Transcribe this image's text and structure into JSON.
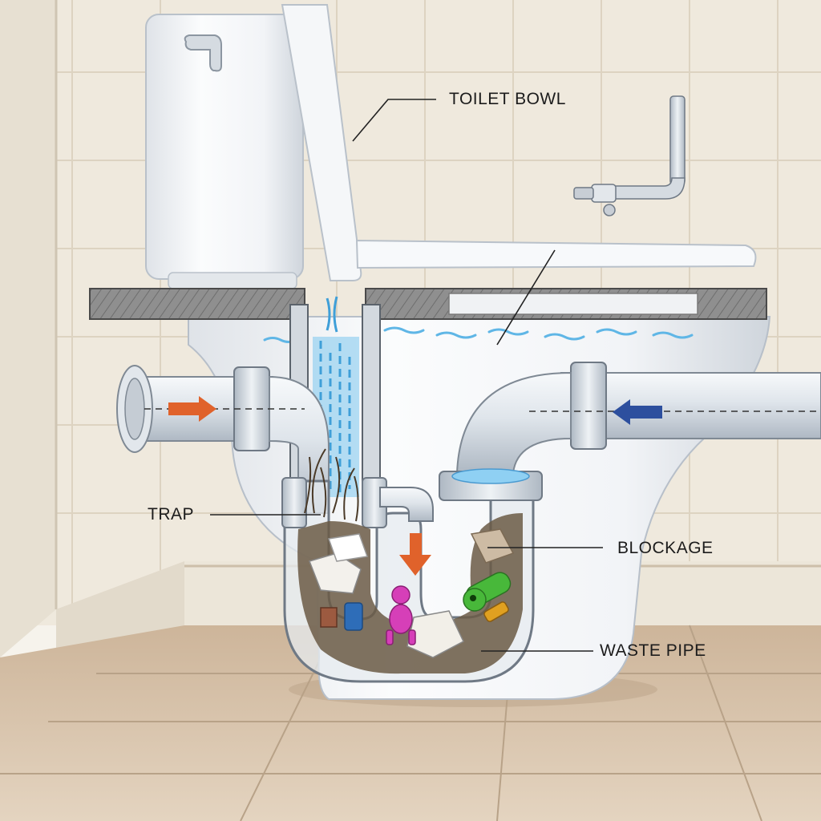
{
  "labels": {
    "toilet_bowl": "TOILET BOWL",
    "trap": "TRAP",
    "blockage": "BLOCKAGE",
    "waste_pipe": "WASTE PIPE"
  },
  "colors": {
    "wall_tile": "#efe9dd",
    "grout": "#d9d0bf",
    "floor_tile": "#d8c4ac",
    "porcelain": "#f4f6f8",
    "pipe": "#d7dde4",
    "water": "#5fb6e6",
    "arrow_inflow_left": "#e0622b",
    "arrow_inflow_right": "#2d4f9e",
    "arrow_down": "#e0622b",
    "debris_pink_toy": "#d63fb8",
    "debris_green_toy": "#48b83a"
  },
  "icons": {
    "flush_handle": "flush-handle-icon",
    "inflow_arrow_left": "arrow-right-icon",
    "inflow_arrow_right": "arrow-left-icon",
    "downflow_arrow": "arrow-down-icon"
  }
}
